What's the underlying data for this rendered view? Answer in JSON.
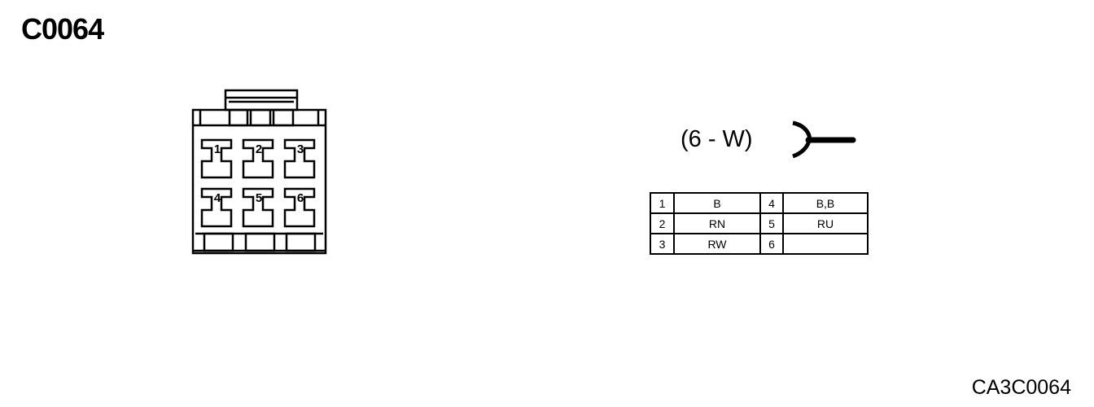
{
  "diagram": {
    "title": "C0064",
    "connector": {
      "pin_labels": [
        "1",
        "2",
        "3",
        "4",
        "5",
        "6"
      ]
    },
    "spec": "(6 - W)",
    "terminal_icon": "female-terminal-icon",
    "pin_table": {
      "rows": [
        {
          "pin_a": "1",
          "wire_a": "B",
          "pin_b": "4",
          "wire_b": "B,B"
        },
        {
          "pin_a": "2",
          "wire_a": "RN",
          "pin_b": "5",
          "wire_b": "RU"
        },
        {
          "pin_a": "3",
          "wire_a": "RW",
          "pin_b": "6",
          "wire_b": ""
        }
      ]
    },
    "reference_code": "CA3C0064"
  }
}
